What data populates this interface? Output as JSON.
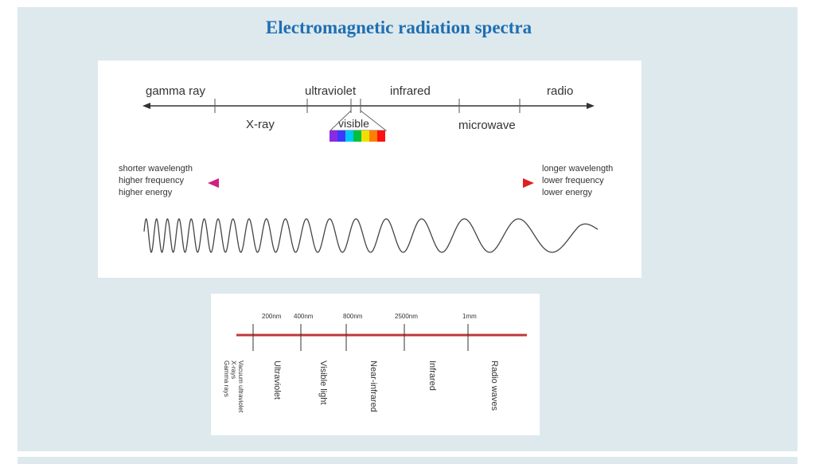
{
  "title": "Electromagnetic radiation spectra",
  "figure1": {
    "bands_top": [
      "gamma ray",
      "ultraviolet",
      "infrared",
      "radio"
    ],
    "bands_bottom": [
      "X-ray",
      "visible",
      "microwave"
    ],
    "left_labels": [
      "shorter wavelength",
      "higher frequency",
      "higher energy"
    ],
    "right_labels": [
      "longer wavelength",
      "lower frequency",
      "lower energy"
    ],
    "colors": {
      "arrow_left": "#d02080",
      "arrow_right": "#e02020",
      "visible_strip": [
        "#8a2be2",
        "#3a3aff",
        "#00c8ff",
        "#00c040",
        "#f0e000",
        "#ff8000",
        "#ff1010"
      ]
    }
  },
  "figure2": {
    "ticks": [
      "200nm",
      "400nm",
      "800nm",
      "2500nm",
      "1mm"
    ],
    "regions": [
      [
        "Vacuum ultraviolet",
        "X-rays",
        "Gamma rays"
      ],
      [
        "Ultraviolet"
      ],
      [
        "Visible light"
      ],
      [
        "Near-infrared"
      ],
      [
        "Infrared"
      ],
      [
        "Radio waves"
      ]
    ],
    "line_color": "#c0383a"
  }
}
